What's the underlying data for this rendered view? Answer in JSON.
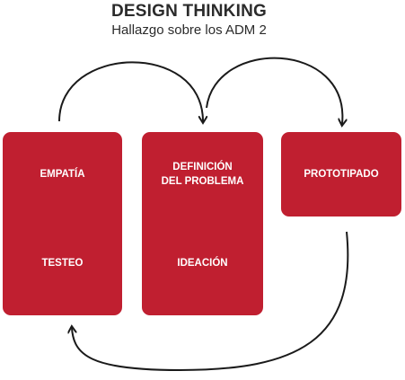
{
  "title": "DESIGN THINKING",
  "subtitle": "Hallazgo sobre los ADM 2",
  "colors": {
    "box_fill": "#c01f30",
    "box_text": "#ffffff",
    "arrow": "#1a1a1a",
    "title_text": "#2b2b2b"
  },
  "boxes": [
    {
      "labels": [
        "EMPATÍA",
        "TESTEO"
      ]
    },
    {
      "labels": [
        "DEFINICIÓN\nDEL PROBLEMA",
        "IDEACIÓN"
      ]
    },
    {
      "labels": [
        "PROTOTIPADO"
      ]
    }
  ]
}
